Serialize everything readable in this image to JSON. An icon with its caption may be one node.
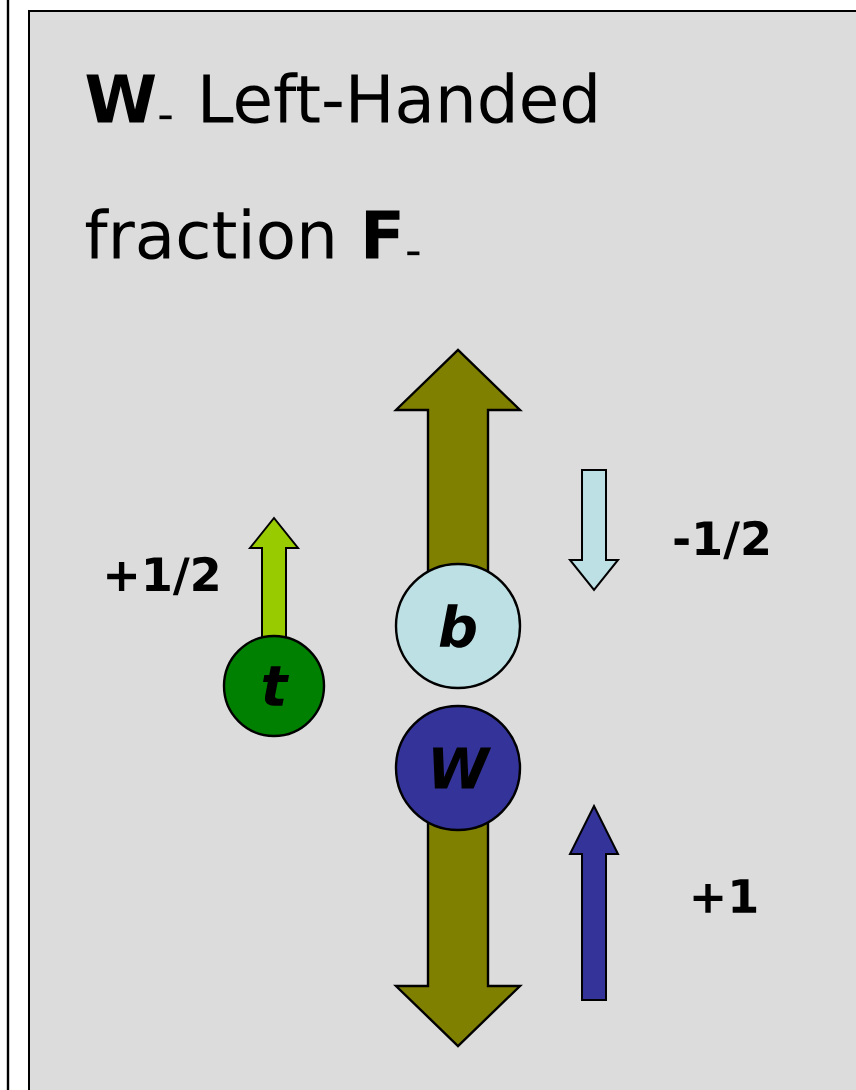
{
  "diagram": {
    "nodes": [
      {
        "text": [
          "**W**$_{-}$ Left-Handed fraction **F**$_{-}$"
        ]
      },
      {
        "text": [
          "b"
        ],
        "in": 0
      },
      {
        "text": [
          "t"
        ],
        "in": 0
      },
      {
        "text": [
          "W"
        ],
        "in": 0
      }
    ],
    "labels": [
      "+1/2",
      "-1/2",
      "+1"
    ]
  }
}
